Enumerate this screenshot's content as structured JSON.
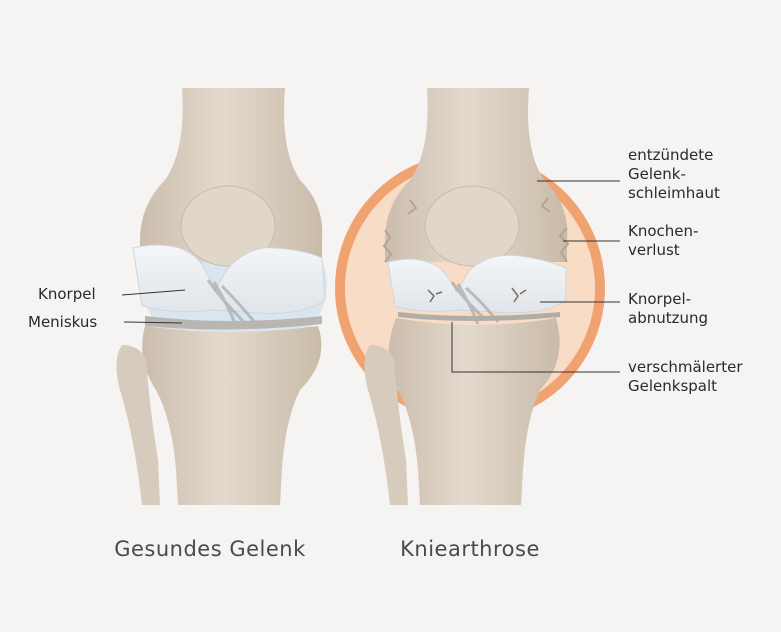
{
  "left_knee": {
    "caption": "Gesundes Gelenk",
    "labels": {
      "cartilage": "Knorpel",
      "meniscus": "Meniskus"
    }
  },
  "right_knee": {
    "caption": "Kniearthrose",
    "labels": {
      "inflamed_synovium": [
        "entzündete",
        "Gelenk-",
        "schleimhaut"
      ],
      "bone_loss": [
        "Knochen-",
        "verlust"
      ],
      "cartilage_wear": [
        "Knorpel-",
        "abnutzung"
      ],
      "narrowed_gap": [
        "verschmälerter",
        "Gelenkspalt"
      ]
    }
  },
  "colors": {
    "background": "#f6f4f2",
    "bone": "#dcd1c4",
    "bone_shadow": "#c7b9a9",
    "cartilage": "#eef1f4",
    "healthy_halo": "#cfe0ee",
    "inflammation_ring": "#f0a370",
    "inflammation_fill": "#f7d6bd",
    "leader_line": "#333333"
  }
}
